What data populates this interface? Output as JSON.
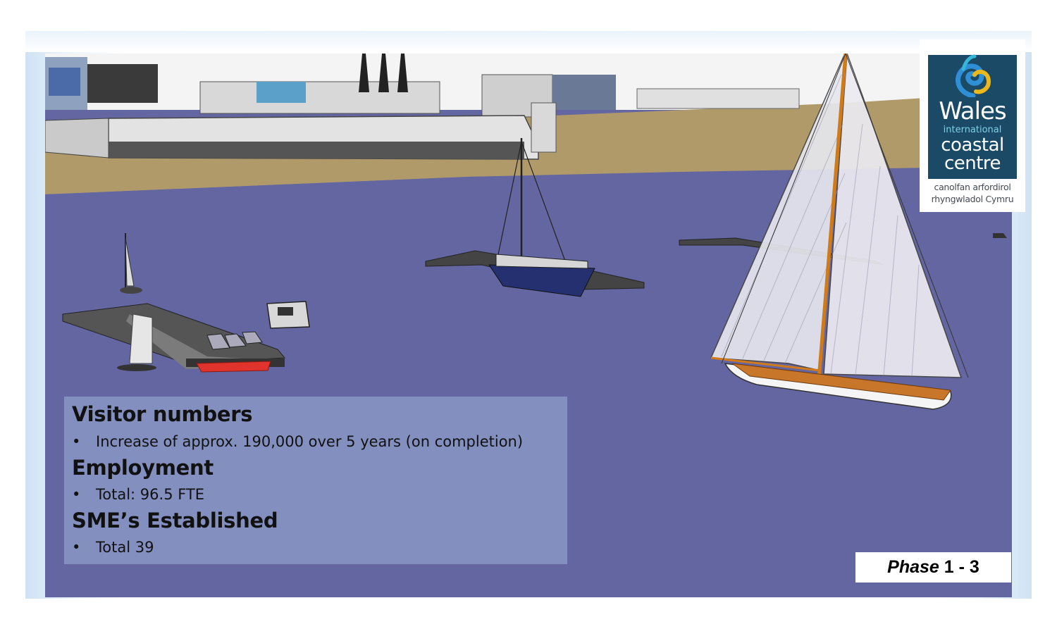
{
  "slide": {
    "visitor_heading": "Visitor numbers",
    "visitor_bullet": "Increase of approx. 190,000 over 5 years (on completion)",
    "employment_heading": "Employment",
    "employment_bullet": "Total: 96.5 FTE",
    "sme_heading": "SME’s Established",
    "sme_bullet": "Total 39",
    "bullet_char": "•"
  },
  "logo": {
    "name_line1": "Wales",
    "name_line2": "international",
    "name_line3": "coastal",
    "name_line4": "centre",
    "welsh_line1": "canolfan arfordirol",
    "welsh_line2": "rhyngwladol Cymru"
  },
  "phase": {
    "word": "Phase",
    "range": "1 - 3"
  },
  "colors": {
    "water": "#6366a0",
    "sand": "#b09a6a",
    "logo_bg": "#1b4a66",
    "info_box": "#8c9cc8"
  }
}
